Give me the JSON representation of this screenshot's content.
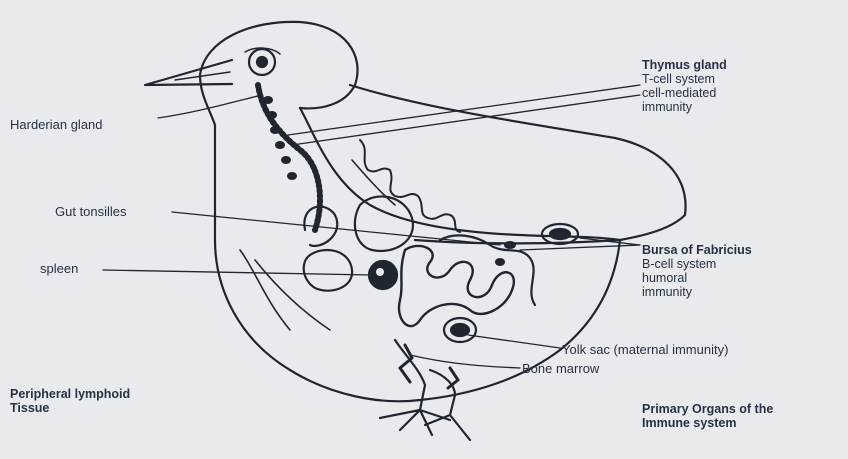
{
  "labels": {
    "harderian": "Harderian gland",
    "gut_tonsilles": "Gut tonsilles",
    "spleen": "spleen",
    "peripheral": [
      "Peripheral lymphoid",
      "Tissue"
    ],
    "thymus": [
      "Thymus gland",
      "T-cell system",
      "cell-mediated",
      "immunity"
    ],
    "bursa": [
      "Bursa of Fabricius",
      "B-cell system",
      "humoral",
      "immunity"
    ],
    "yolk_sac": "Yolk sac (maternal immunity)",
    "bone_marrow": "Bone marrow",
    "primary": [
      "Primary Organs of the",
      "Immune system"
    ]
  },
  "colors": {
    "background": "#e9eaee",
    "ink": "#1f2630"
  }
}
